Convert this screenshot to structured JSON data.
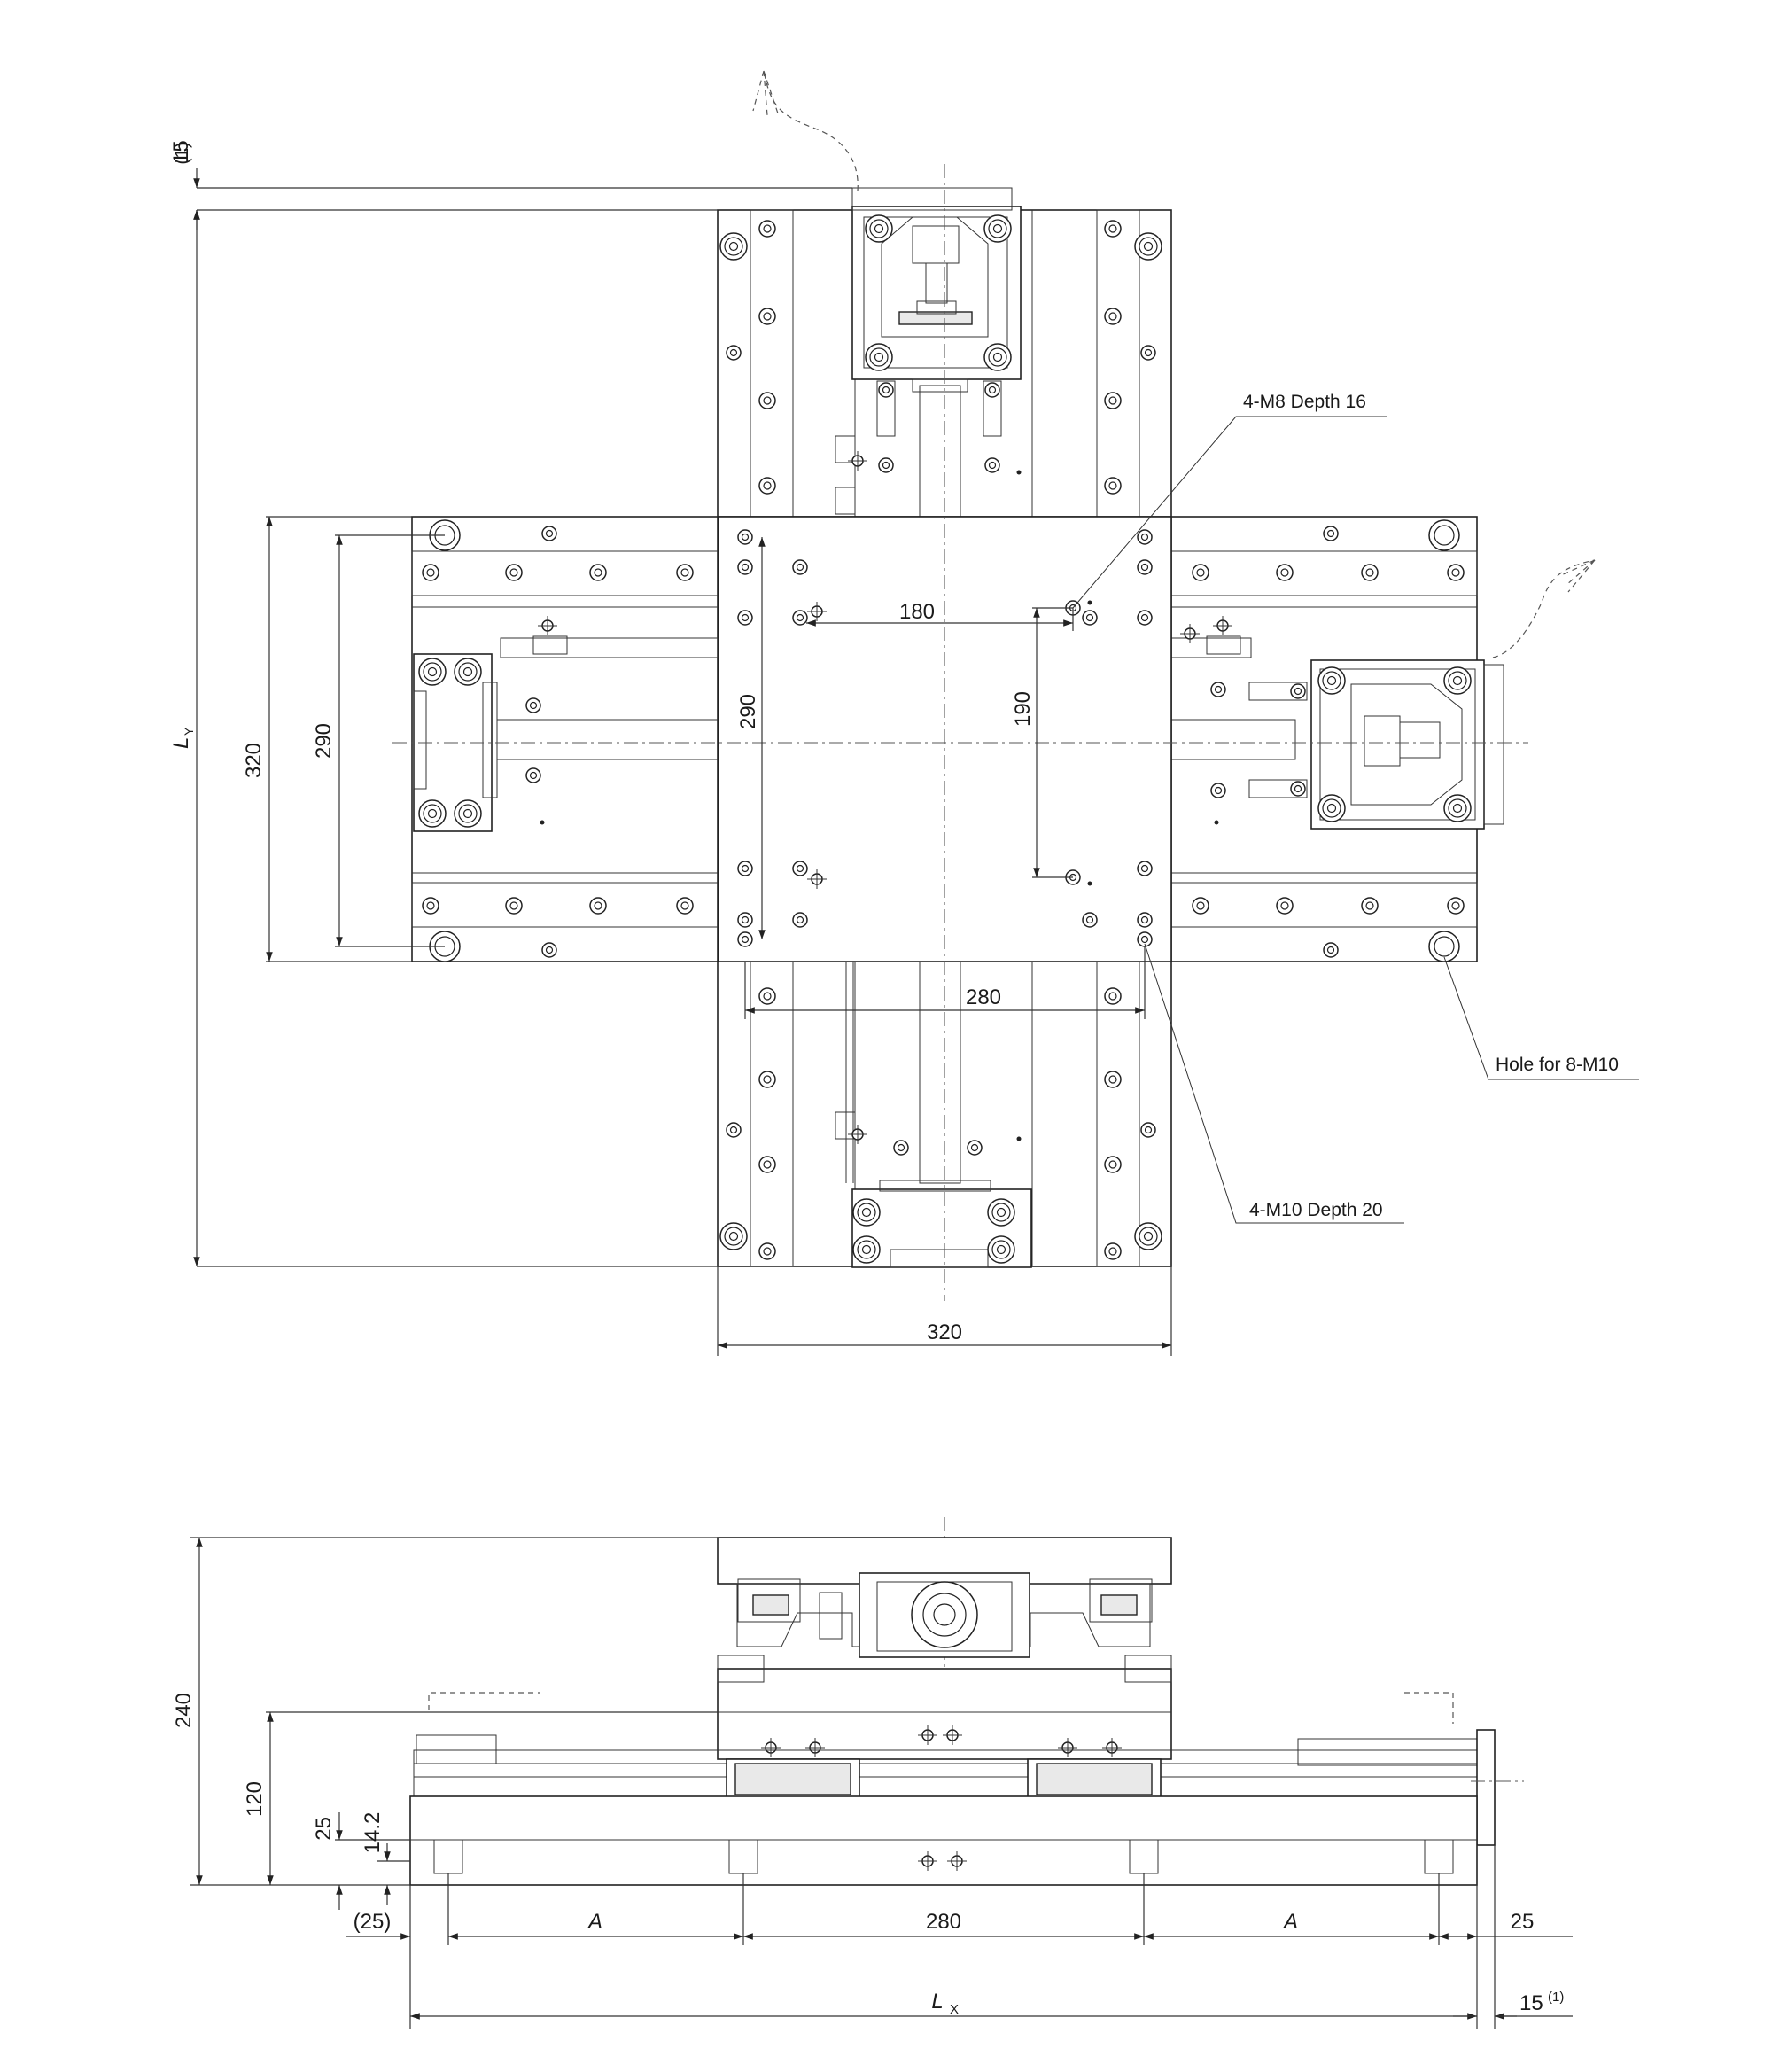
{
  "top_view": {
    "dims": {
      "over_travel_top": "15",
      "over_travel_top_note": "(1)",
      "ly_letter": "L",
      "ly_sub": "Y",
      "overall_height": "320",
      "rail_pitch": "290",
      "inner_hole_pitch_v": "290",
      "m8_pitch_h": "180",
      "m8_pitch_v": "190",
      "m10_pitch_h": "280",
      "table_width": "320"
    },
    "callouts": {
      "m8": "4-M8 Depth 16",
      "m10": "4-M10 Depth 20",
      "mount": "Hole for 8-M10"
    }
  },
  "front_view": {
    "dims": {
      "total_height": "240",
      "lower_height": "120",
      "base_thk": "25",
      "hole_height": "14.2",
      "left_margin": "(25)",
      "pitch_a_left": "A",
      "center_pitch": "280",
      "pitch_a_right": "A",
      "right_margin": "25",
      "lx_letter": "L",
      "lx_sub": "X",
      "over_travel_right": "15",
      "over_travel_right_note": "(1)"
    }
  }
}
